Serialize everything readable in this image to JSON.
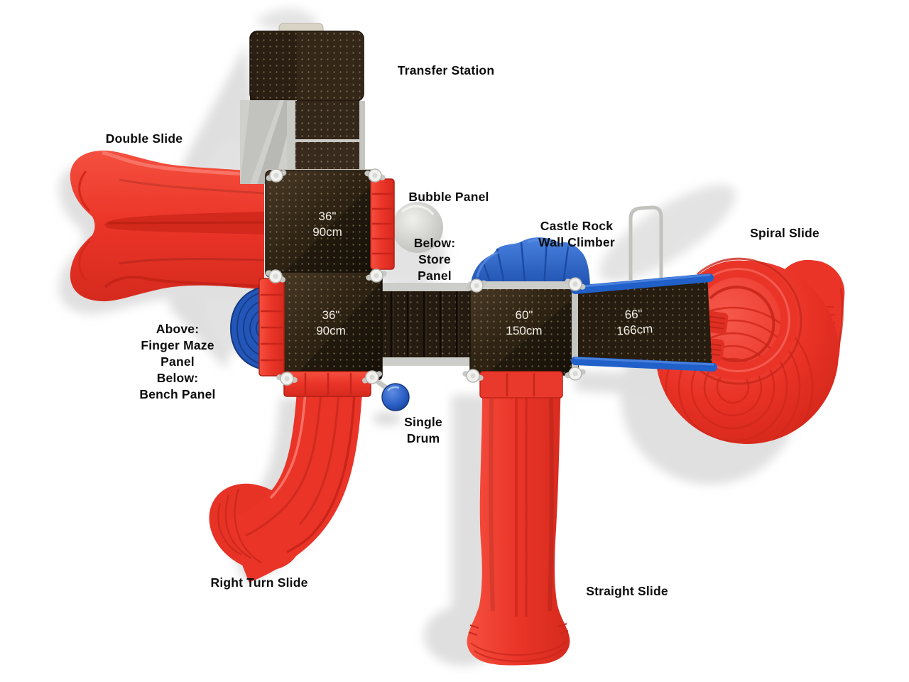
{
  "diagram": {
    "labels": {
      "transfer_station": "Transfer Station",
      "double_slide": "Double Slide",
      "bubble_panel": "Bubble Panel",
      "store_panel": "Below:\nStore\nPanel",
      "castle_rock_wall_climber": "Castle Rock\nWall Climber",
      "spiral_slide": "Spiral Slide",
      "finger_maze_bench": "Above:\nFinger Maze\nPanel\nBelow:\nBench Panel",
      "single_drum": "Single\nDrum",
      "right_turn_slide": "Right Turn Slide",
      "straight_slide": "Straight Slide"
    },
    "decks": [
      {
        "name": "upper-36-deck",
        "height_in": "36\"",
        "height_cm": "90cm"
      },
      {
        "name": "lower-36-deck",
        "height_in": "36\"",
        "height_cm": "90cm"
      },
      {
        "name": "60-deck",
        "height_in": "60\"",
        "height_cm": "150cm"
      },
      {
        "name": "66-ramp",
        "height_in": "66\"",
        "height_cm": "166cm"
      }
    ],
    "colors": {
      "slide_red": "#ea3428",
      "deck_brown": "#2e2315",
      "accent_blue": "#2563c9",
      "metal_gray": "#c9c9c5",
      "label_black": "#0c0c0c",
      "background": "#ffffff"
    }
  }
}
